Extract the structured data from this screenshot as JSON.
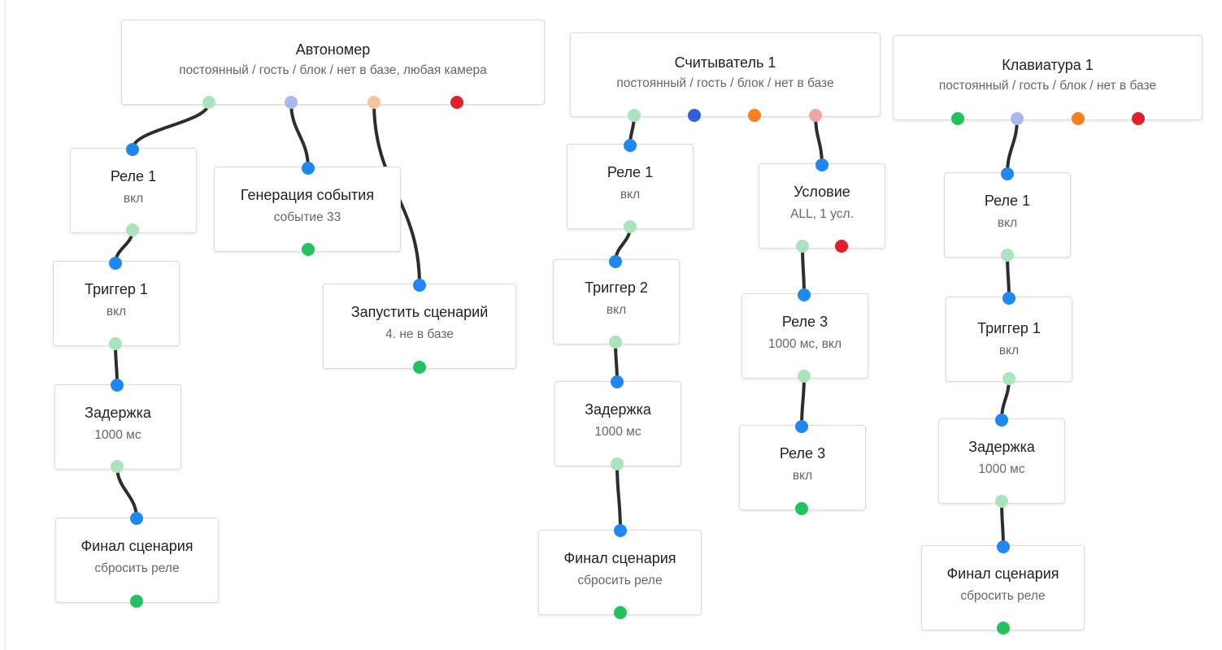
{
  "colors": {
    "input_port": "#1e88f0",
    "output_permanent": "#22c35e",
    "output_permanent_dim": "#a9e4bd",
    "output_guest": "#2e5fdc",
    "output_guest_dim": "#a7b9ee",
    "output_block": "#f7811d",
    "output_block_dim": "#f6c39e",
    "output_not_in_db": "#e0212a",
    "output_not_in_db_dim": "#efa5a8",
    "wire": "#2d2d2d"
  },
  "triggers": [
    {
      "title": "Автономер",
      "subtitle": "постоянный / гость / блок / нет в базе, любая камера"
    },
    {
      "title": "Считыватель 1",
      "subtitle": "постоянный / гость / блок / нет в базе"
    },
    {
      "title": "Клавиатура 1",
      "subtitle": "постоянный / гость / блок / нет в базе"
    }
  ],
  "nodes": {
    "a_relay1": {
      "title": "Реле 1",
      "subtitle": "вкл"
    },
    "a_event": {
      "title": "Генерация события",
      "subtitle": "событие 33"
    },
    "a_trigger1": {
      "title": "Триггер 1",
      "subtitle": "вкл"
    },
    "a_run_scenario": {
      "title": "Запустить сценарий",
      "subtitle": "4. не в базе"
    },
    "a_delay": {
      "title": "Задержка",
      "subtitle": "1000 мс"
    },
    "a_final": {
      "title": "Финал сценария",
      "subtitle": "сбросить реле"
    },
    "r_relay1": {
      "title": "Реле 1",
      "subtitle": "вкл"
    },
    "r_trigger2": {
      "title": "Триггер 2",
      "subtitle": "вкл"
    },
    "r_delay": {
      "title": "Задержка",
      "subtitle": "1000 мс"
    },
    "r_final": {
      "title": "Финал сценария",
      "subtitle": "сбросить реле"
    },
    "r_condition": {
      "title": "Условие",
      "subtitle": "ALL, 1 усл."
    },
    "r_relay3a": {
      "title": "Реле 3",
      "subtitle": "1000 мс, вкл"
    },
    "r_relay3b": {
      "title": "Реле 3",
      "subtitle": "вкл"
    },
    "k_relay1": {
      "title": "Реле 1",
      "subtitle": "вкл"
    },
    "k_trigger1": {
      "title": "Триггер 1",
      "subtitle": "вкл"
    },
    "k_delay": {
      "title": "Задержка",
      "subtitle": "1000 мс"
    },
    "k_final": {
      "title": "Финал сценария",
      "subtitle": "сбросить реле"
    }
  }
}
